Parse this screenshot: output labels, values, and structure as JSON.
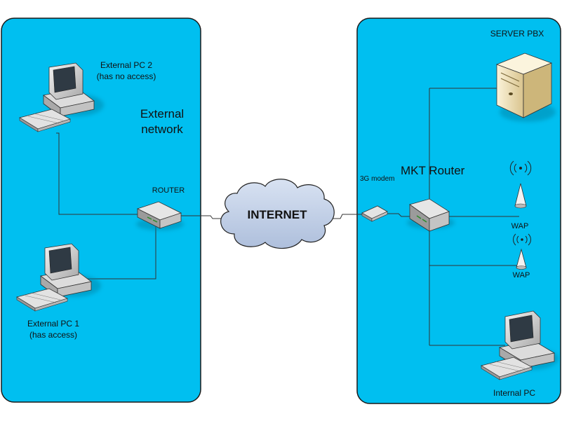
{
  "external": {
    "network_label_line1": "External",
    "network_label_line2": "network",
    "pc2_line1": "External PC 2",
    "pc2_line2": "(has no access)",
    "pc1_line1": "External PC 1",
    "pc1_line2": "(has access)",
    "router_label": "ROUTER"
  },
  "internet_label": "INTERNET",
  "internal": {
    "modem_label": "3G modem",
    "mkt_router_label": "MKT Router",
    "server_label": "SERVER PBX",
    "wap1_label": "WAP",
    "wap2_label": "WAP",
    "internal_pc_label": "Internal PC"
  },
  "colors": {
    "panel_fill": "#00bff0",
    "panel_stroke": "#1a1a1a",
    "cloud_fill": "#c5d3e8",
    "device_light": "#e8e8e8",
    "device_dark": "#7a7a7a",
    "server_fill": "#f2e6c4"
  }
}
